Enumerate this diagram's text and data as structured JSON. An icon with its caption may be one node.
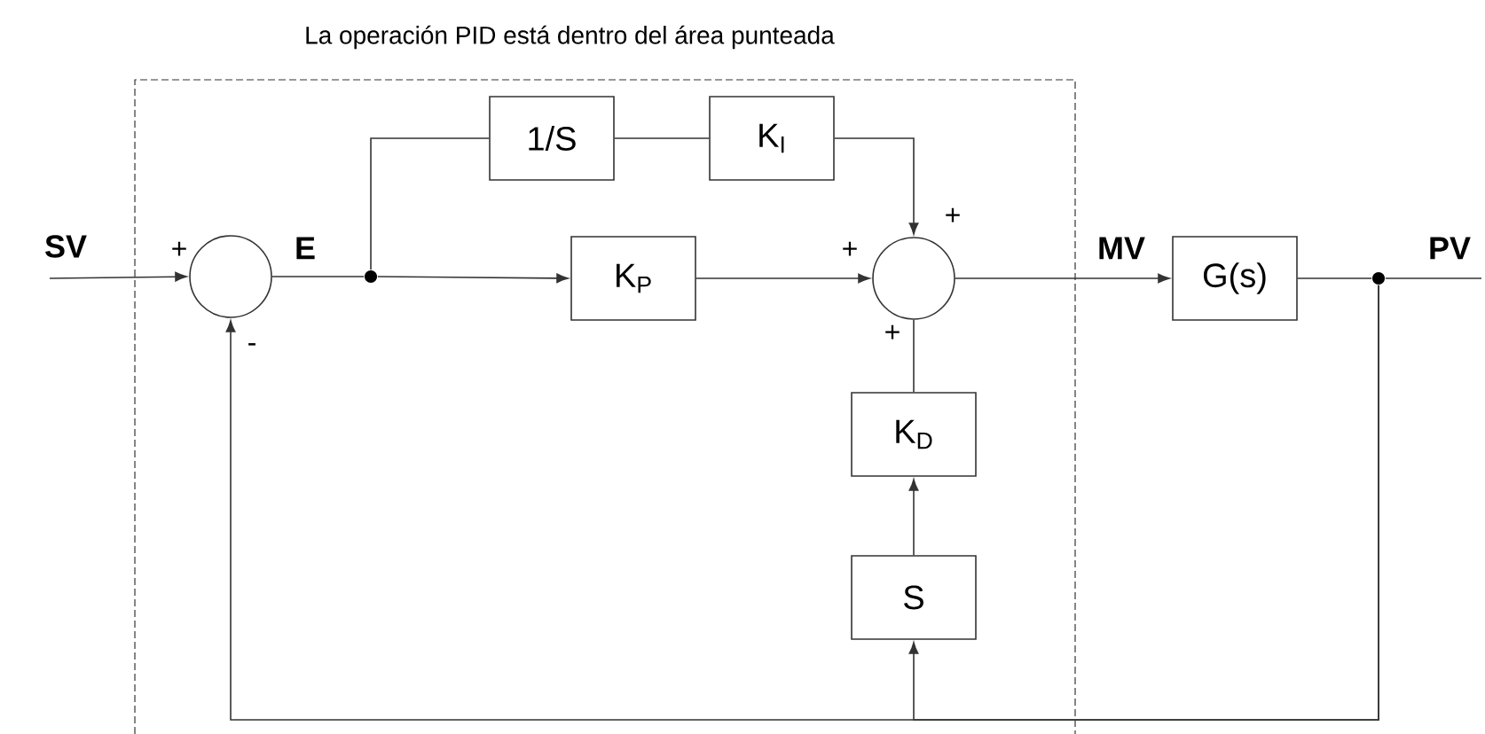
{
  "diagram": {
    "nodes": [
      {
        "text": [
          "La operación PID está dentro del área punteada"
        ]
      },
      {
        "text": [],
        "shape": "circle",
        "in": 0,
        "beside": [
          "+",
          "-"
        ]
      },
      {
        "text": [],
        "shape": "dot",
        "in": 0
      },
      {
        "text": [
          "1/S"
        ],
        "in": 0
      },
      {
        "text": [
          "K$_{I}$"
        ],
        "in": 0
      },
      {
        "text": [
          "K$_{P}$"
        ],
        "in": 0
      },
      {
        "text": [],
        "shape": "circle",
        "in": 0,
        "beside": [
          "+",
          "+",
          "+"
        ]
      },
      {
        "text": [
          "K$_{D}$"
        ],
        "in": 0
      },
      {
        "text": [
          "S"
        ],
        "in": 0
      },
      {
        "text": [
          "G(s)"
        ]
      },
      {
        "text": [],
        "shape": "dot"
      }
    ],
    "edges": [
      {
        "from": null,
        "to": 1,
        "arrow": "to",
        "label": "SV"
      },
      {
        "from": 1,
        "to": 2,
        "arrow": "none",
        "label": "E"
      },
      {
        "from": 2,
        "to": 3,
        "arrow": "none"
      },
      {
        "from": 3,
        "to": 4,
        "arrow": "none"
      },
      {
        "from": 4,
        "to": 6,
        "arrow": "to"
      },
      {
        "from": 2,
        "to": 5,
        "arrow": "to"
      },
      {
        "from": 5,
        "to": 6,
        "arrow": "to"
      },
      {
        "from": 7,
        "to": 6,
        "arrow": "none"
      },
      {
        "from": 8,
        "to": 7,
        "arrow": "to"
      },
      {
        "from": 6,
        "to": 9,
        "arrow": "to",
        "label": "MV"
      },
      {
        "from": 9,
        "to": 10,
        "arrow": "none"
      },
      {
        "from": 10,
        "to": null,
        "arrow": "none",
        "label": "PV"
      },
      {
        "from": 10,
        "to": 1,
        "arrow": "to"
      },
      {
        "from": 10,
        "to": 8,
        "arrow": "to"
      }
    ]
  }
}
